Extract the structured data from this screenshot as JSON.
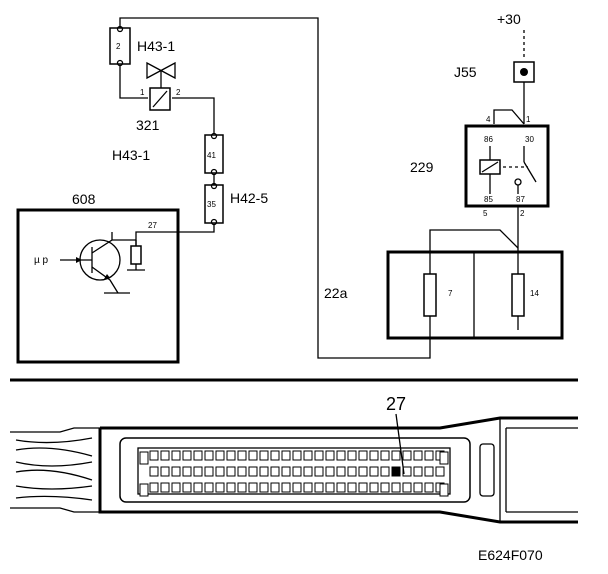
{
  "labels": {
    "plus30": "+30",
    "j55": "J55",
    "h43_top": "H43-1",
    "h43_mid": "H43-1",
    "n321": "321",
    "h42_5": "H42-5",
    "n608": "608",
    "n229": "229",
    "n22a": "22a",
    "mu_p": "µ p",
    "figure_code": "E624F070",
    "callout_27": "27"
  },
  "pins": {
    "h43_top_pin": "2",
    "relay321_pin1": "1",
    "relay321_pin2": "2",
    "h43_mid_pin": "41",
    "h42_pin": "35",
    "ecu_pin": "27",
    "j55_pin": "1",
    "relay_pin4": "4",
    "relay_pin86": "86",
    "relay_pin30": "30",
    "relay_pin85": "85",
    "relay_pin87": "87",
    "relay_pin5": "5",
    "relay_pin2": "2",
    "fuse7": "7",
    "fuse14": "14"
  }
}
